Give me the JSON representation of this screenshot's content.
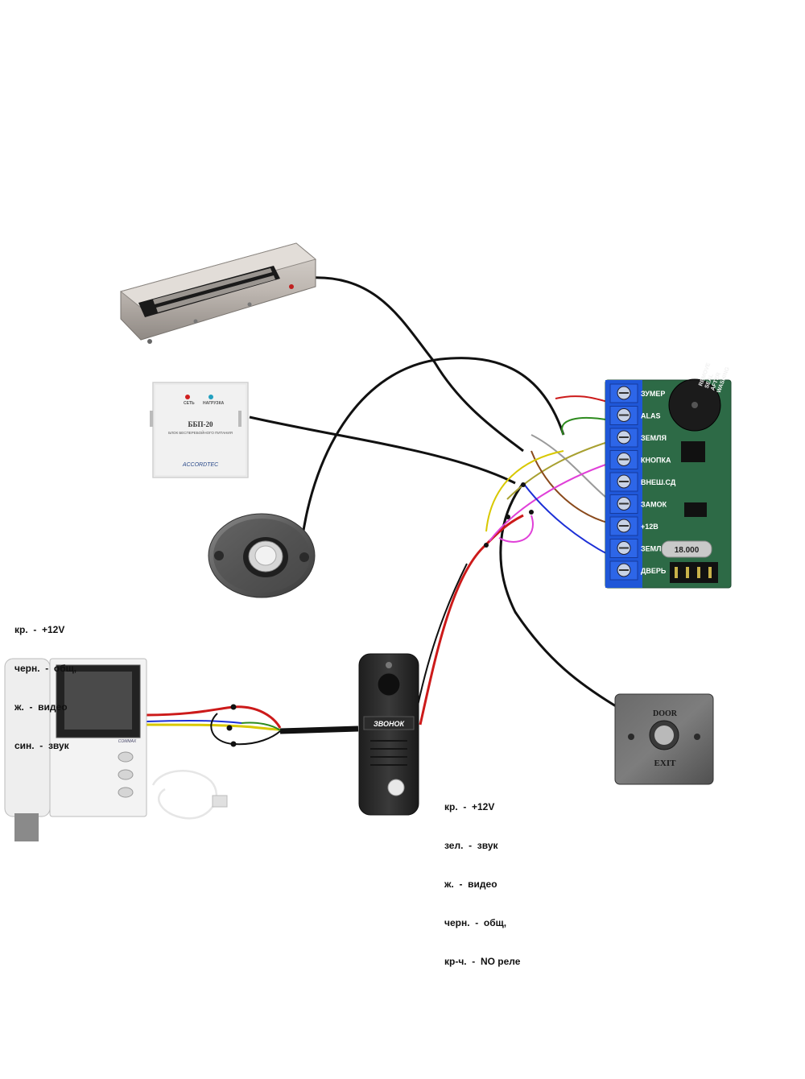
{
  "controller": {
    "terminals": [
      "ЗУМЕР",
      "ALAS",
      "ЗЕМЛЯ",
      "КНОПКА",
      "ВНЕШ.СД",
      "ЗАМОК",
      "+12В",
      "ЗЕМЛ",
      "ДВЕРЬ"
    ],
    "seal_text": [
      "REMOVE",
      "SEAL",
      "AFTER",
      "WASHING"
    ],
    "crystal_label": "18.000"
  },
  "power_supply": {
    "model": "ББП-20",
    "subtitle": "БЛОК БЕСПЕРЕБОЙНОГО ПИТАНИЯ",
    "led_left": "СЕТЬ",
    "led_right": "НАГРУЗКА",
    "brand": "ACCORDTEC"
  },
  "door_panel": {
    "label": "ЗВОНОК"
  },
  "exit_button": {
    "top_label": "DOOR",
    "bottom_label": "EXIT"
  },
  "monitor": {
    "brand": "COMMAX"
  },
  "monitor_legend": [
    "кр.  -  +12V",
    "черн.  -  общ,",
    "ж.  -  видео",
    "син.  -  звук"
  ],
  "panel_legend": [
    "кр.  -  +12V",
    "зел.  -  звук",
    "ж.  -  видео",
    "черн.  -  общ,",
    "кр-ч.  -  NO реле"
  ],
  "colors": {
    "wire_red": "#cc1a1a",
    "wire_black": "#111111",
    "wire_green": "#2e8b1f",
    "wire_yellow": "#d8c800",
    "wire_blue": "#1c2fd6",
    "wire_magenta": "#e040d8",
    "wire_gray": "#9a9a9a",
    "wire_olive": "#a8a030",
    "wire_brown": "#8a4a1c",
    "terminal_blue": "#1f57d8",
    "pcb_green": "#2d6a46"
  }
}
